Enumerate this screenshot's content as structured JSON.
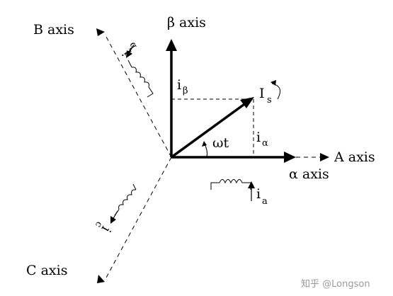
{
  "labels": {
    "beta_axis": "β axis",
    "b_axis": "B axis",
    "c_axis": "C axis",
    "a_axis": "A axis",
    "alpha_axis": "α axis",
    "i_beta": "i",
    "i_beta_sub": "β",
    "i_s": "I",
    "i_s_sub": "s",
    "i_alpha": "i",
    "i_alpha_sub": "α",
    "omega_t": "ωt",
    "i_a": "i",
    "i_a_sub": "a",
    "i_b": "i",
    "i_b_sub": "b",
    "i_c": "i",
    "i_c_sub": "c"
  },
  "watermark": "知乎 @Longson",
  "colors": {
    "line": "#000000",
    "watermark": "#9a9a9a"
  }
}
